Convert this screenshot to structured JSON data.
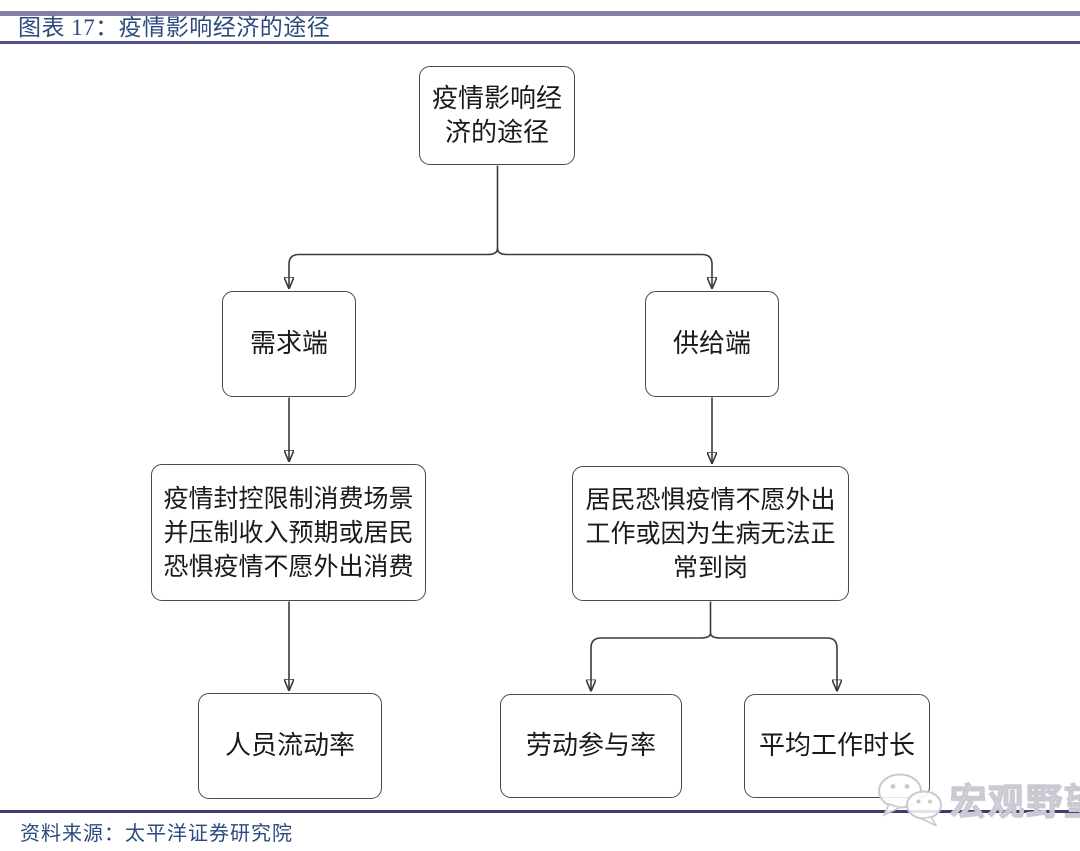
{
  "header": {
    "title": "图表 17：疫情影响经济的途径"
  },
  "flowchart": {
    "nodes": {
      "root": {
        "label": "疫情影响经\n济的途径"
      },
      "demand": {
        "label": "需求端"
      },
      "supply": {
        "label": "供给端"
      },
      "demand_detail": {
        "label": "疫情封控限制消费场景\n并压制收入预期或居民\n恐惧疫情不愿外出消费"
      },
      "supply_detail": {
        "label": "居民恐惧疫情不愿外出\n工作或因为生病无法正\n常到岗"
      },
      "mobility": {
        "label": "人员流动率"
      },
      "participation": {
        "label": "劳动参与率"
      },
      "work_hours": {
        "label": "平均工作时长"
      }
    },
    "edges": [
      {
        "from": "root",
        "to": "demand"
      },
      {
        "from": "root",
        "to": "supply"
      },
      {
        "from": "demand",
        "to": "demand_detail"
      },
      {
        "from": "supply",
        "to": "supply_detail"
      },
      {
        "from": "demand_detail",
        "to": "mobility"
      },
      {
        "from": "supply_detail",
        "to": "participation"
      },
      {
        "from": "supply_detail",
        "to": "work_hours"
      }
    ]
  },
  "footer": {
    "source": "资料来源：太平洋证券研究院"
  },
  "watermark": {
    "text": "宏观野望",
    "icon": "wechat-icon"
  },
  "colors": {
    "title_text": "#2B4B7E",
    "header_top_rule": "#8181A5",
    "header_bottom_rule": "#50508C",
    "footer_rule": "#3C3C70",
    "node_border": "#4A4A4A",
    "node_text": "#1A1A1A",
    "connector": "#3B3B3B",
    "watermark": "#C9C9D1"
  }
}
